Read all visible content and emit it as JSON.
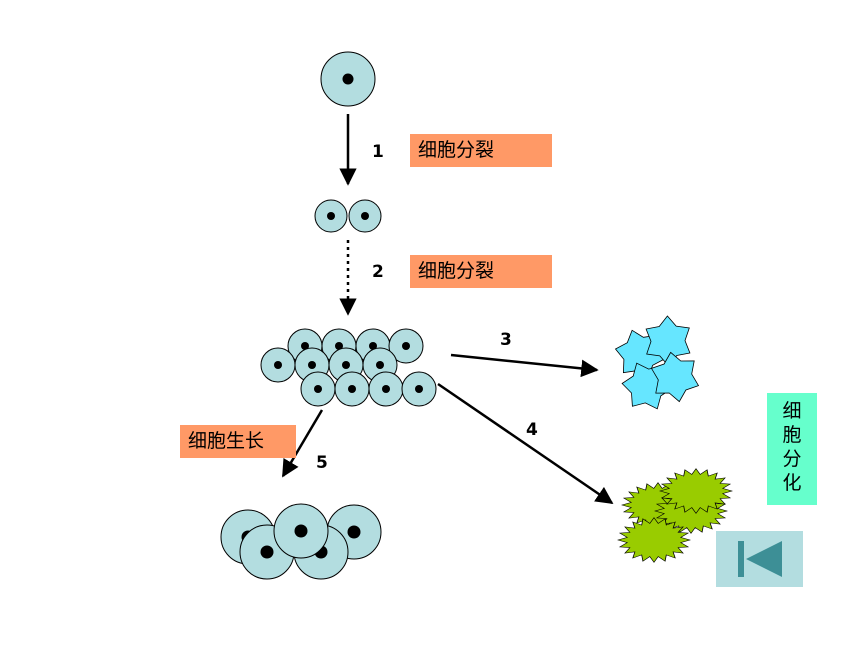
{
  "labels": {
    "division_1": "细胞分裂",
    "division_2": "细胞分裂",
    "growth": "细胞生长",
    "differentiation": [
      "细",
      "胞",
      "分",
      "化"
    ]
  },
  "steps": [
    "1",
    "2",
    "3",
    "4",
    "5"
  ],
  "colors": {
    "cell_fill": "#b3dde0",
    "label_bg": "#ff9966",
    "differentiation_bg": "#66ffcc",
    "blue_cell": "#66e6ff",
    "green_cell": "#99cc00",
    "back_button_bg": "#b3dde0",
    "back_button_icon": "#3d8f96"
  },
  "icons": {
    "back_button": "first-slide-icon"
  }
}
